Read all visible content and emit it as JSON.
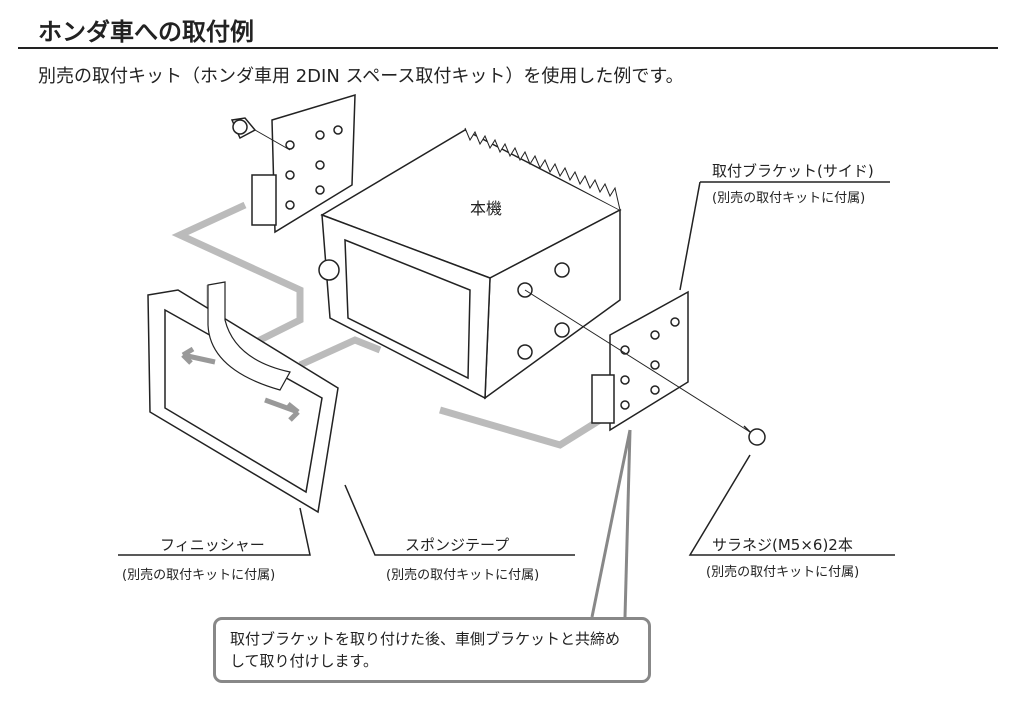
{
  "title": "ホンダ車への取付例",
  "subtitle": "別売の取付キット（ホンダ車用 2DIN スペース取付キット）を使用した例です。",
  "diagram": {
    "unit_label": "本機",
    "labels": {
      "bracket": {
        "name": "取付ブラケット(サイド)",
        "note": "(別売の取付キットに付属)"
      },
      "finisher": {
        "name": "フィニッシャー",
        "note": "(別売の取付キットに付属)"
      },
      "sponge": {
        "name": "スポンジテープ",
        "note": "(別売の取付キットに付属)"
      },
      "screw": {
        "name": "サラネジ(M5×6)2本",
        "note": "(別売の取付キットに付属)"
      }
    },
    "callout": "取付ブラケットを取り付けた後、車側ブラケットと共締めして取り付けします。"
  }
}
